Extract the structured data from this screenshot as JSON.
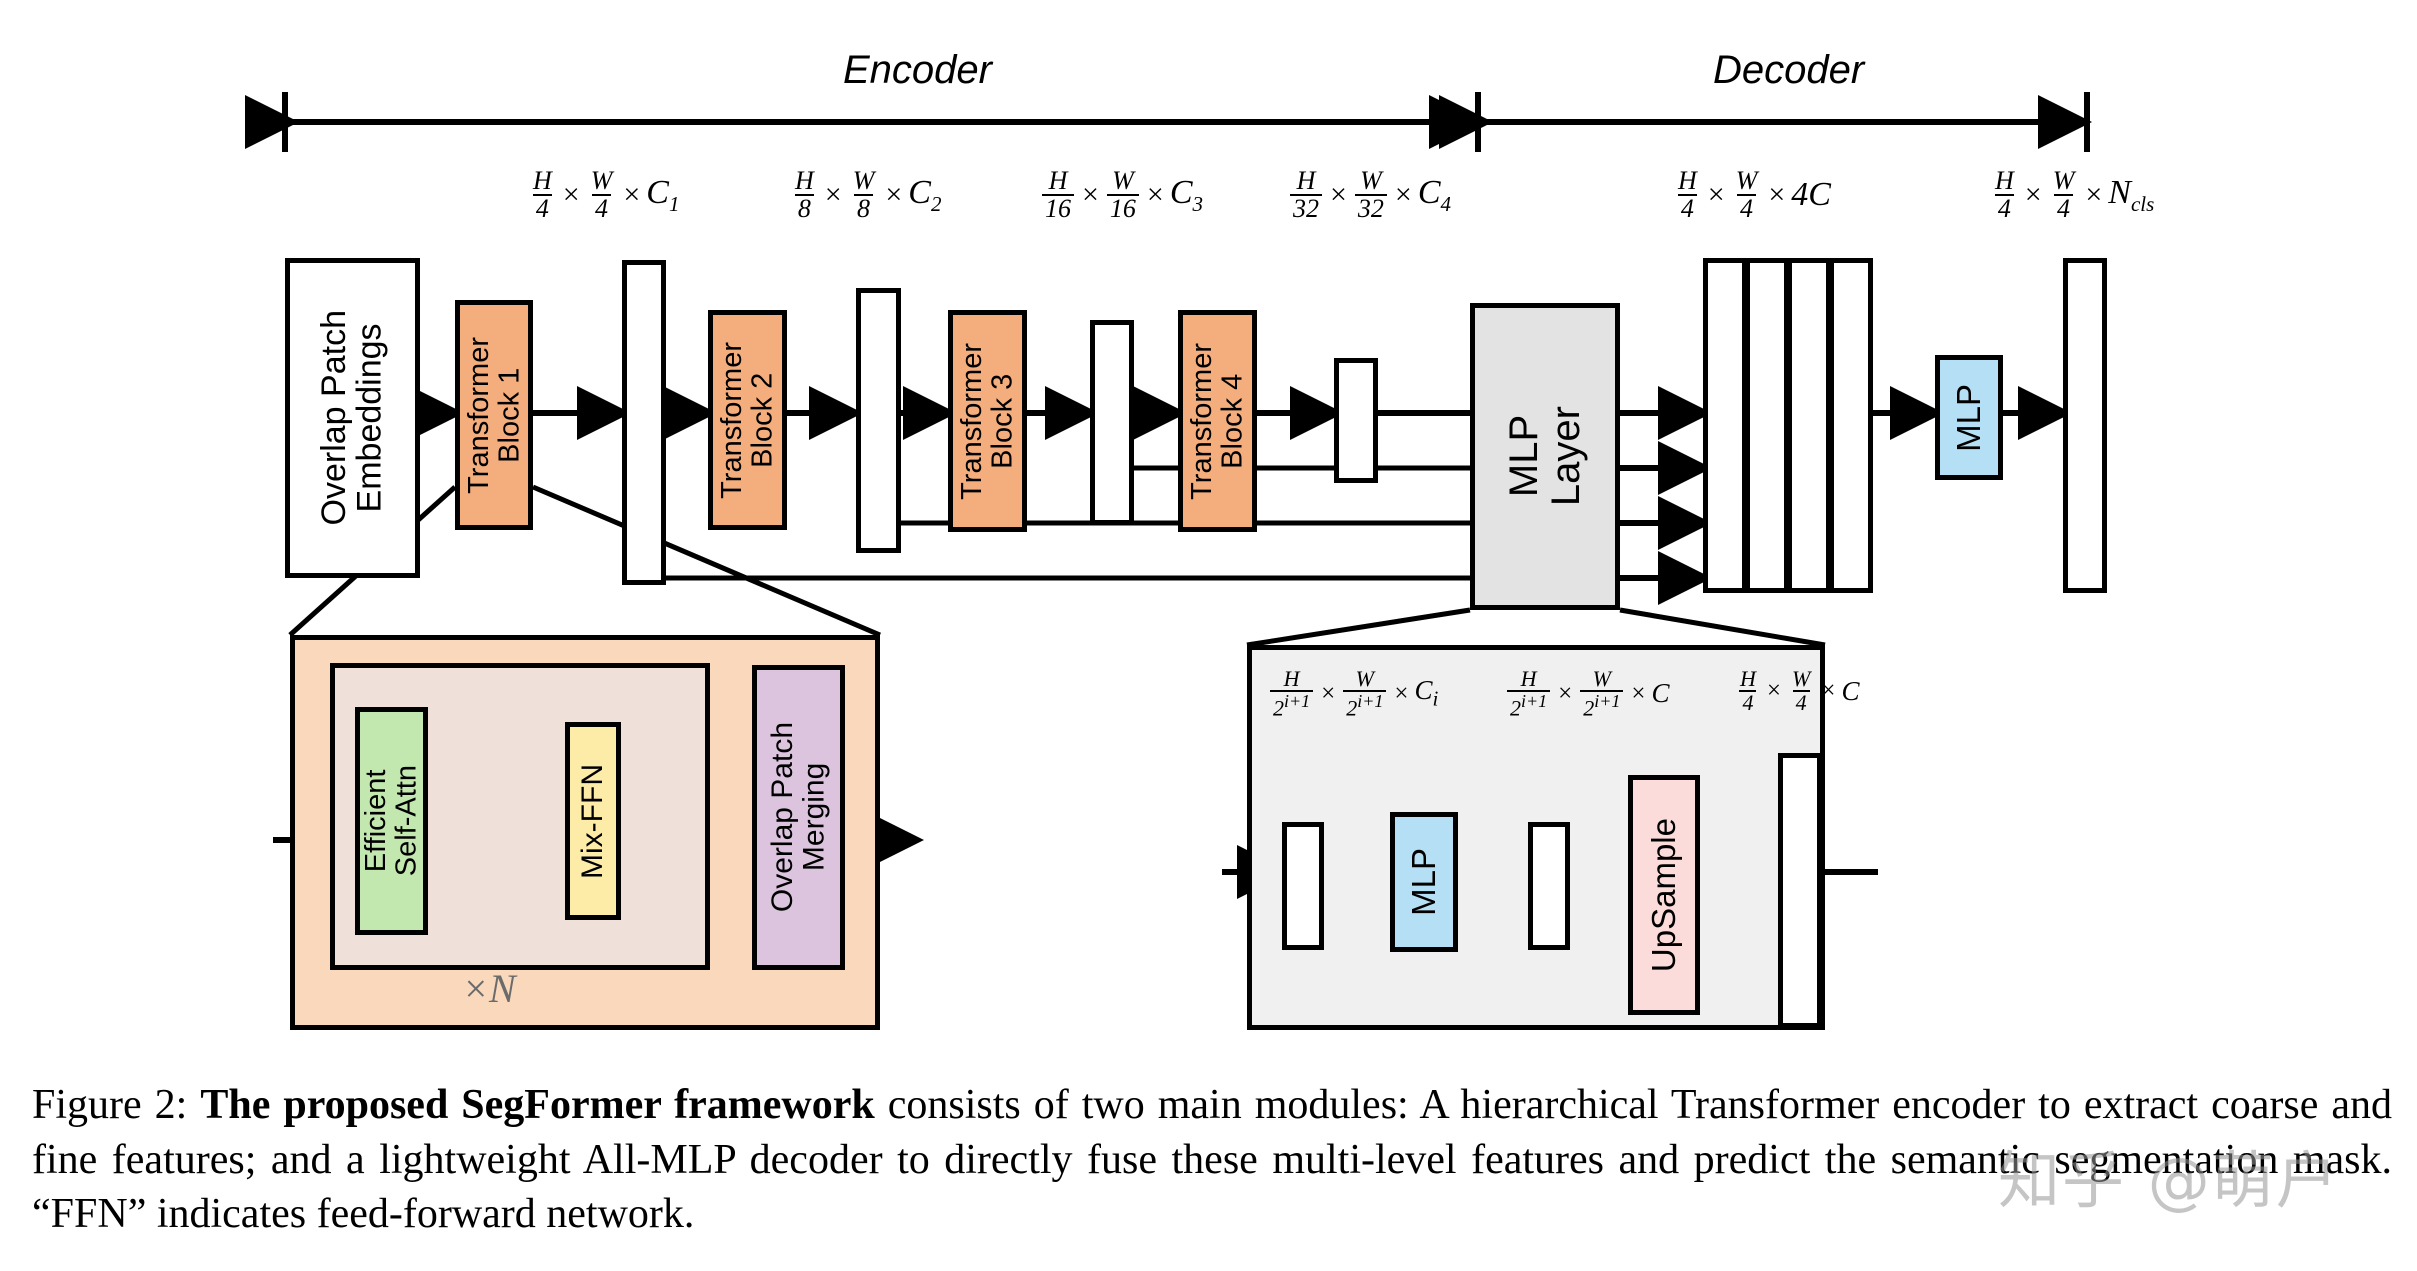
{
  "figure": {
    "sections": {
      "encoder_label": "Encoder",
      "decoder_label": "Decoder"
    },
    "encoder": {
      "input_block": "Overlap Patch\nEmbeddings",
      "blocks": [
        {
          "label": "Transformer\nBlock 1"
        },
        {
          "label": "Transformer\nBlock 2"
        },
        {
          "label": "Transformer\nBlock 3"
        },
        {
          "label": "Transformer\nBlock 4"
        }
      ],
      "stage_dims": [
        {
          "num1": "H",
          "den1": "4",
          "num2": "W",
          "den2": "4",
          "channels": "C",
          "sub": "1"
        },
        {
          "num1": "H",
          "den1": "8",
          "num2": "W",
          "den2": "8",
          "channels": "C",
          "sub": "2"
        },
        {
          "num1": "H",
          "den1": "16",
          "num2": "W",
          "den2": "16",
          "channels": "C",
          "sub": "3"
        },
        {
          "num1": "H",
          "den1": "32",
          "num2": "W",
          "den2": "32",
          "channels": "C",
          "sub": "4"
        }
      ]
    },
    "decoder": {
      "mlp_layer_label": "MLP\nLayer",
      "mlp_label": "MLP",
      "dims": [
        {
          "num1": "H",
          "den1": "4",
          "num2": "W",
          "den2": "4",
          "channels": "4C",
          "sub": ""
        },
        {
          "num1": "H",
          "den1": "4",
          "num2": "W",
          "den2": "4",
          "channels": "N",
          "sub": "cls"
        }
      ]
    },
    "transformer_detail": {
      "self_attn": "Efficient\nSelf-Attn",
      "mix_ffn": "Mix-FFN",
      "patch_merging": "Overlap Patch\nMerging",
      "repeat": "×N"
    },
    "mlp_detail": {
      "mlp": "MLP",
      "upsample": "UpSample",
      "dims": [
        {
          "num1": "H",
          "den1": "2",
          "den1sup": "i+1",
          "num2": "W",
          "den2": "2",
          "den2sup": "i+1",
          "channels": "C",
          "sub": "i"
        },
        {
          "num1": "H",
          "den1": "2",
          "den1sup": "i+1",
          "num2": "W",
          "den2": "2",
          "den2sup": "i+1",
          "channels": "C",
          "sub": ""
        },
        {
          "num1": "H",
          "den1": "4",
          "den1sup": "",
          "num2": "W",
          "den2": "4",
          "den2sup": "",
          "channels": "C",
          "sub": ""
        }
      ]
    },
    "colors": {
      "transformer_block": "#f4ae7d",
      "self_attn": "#c2e8b0",
      "mix_ffn": "#fdeba8",
      "patch_merging": "#dcc4df",
      "mlp": "#b5dff4",
      "upsample": "#fbdcda",
      "mlp_layer": "#e3e3e3",
      "detail_panel_outer": "#f9d8bc",
      "detail_panel_inner": "#efe0da",
      "mlp_panel": "#f0f0f0",
      "stroke": "#000000"
    }
  },
  "caption": {
    "prefix": "Figure 2: ",
    "bold": "The proposed SegFormer framework",
    "rest": " consists of two main modules: A hierarchical Transformer encoder to extract coarse and fine features; and a lightweight All-MLP decoder to directly fuse these multi-level features and predict the semantic segmentation mask. “FFN” indicates feed-forward network."
  },
  "watermark": {
    "text": "知乎 @萌户"
  }
}
